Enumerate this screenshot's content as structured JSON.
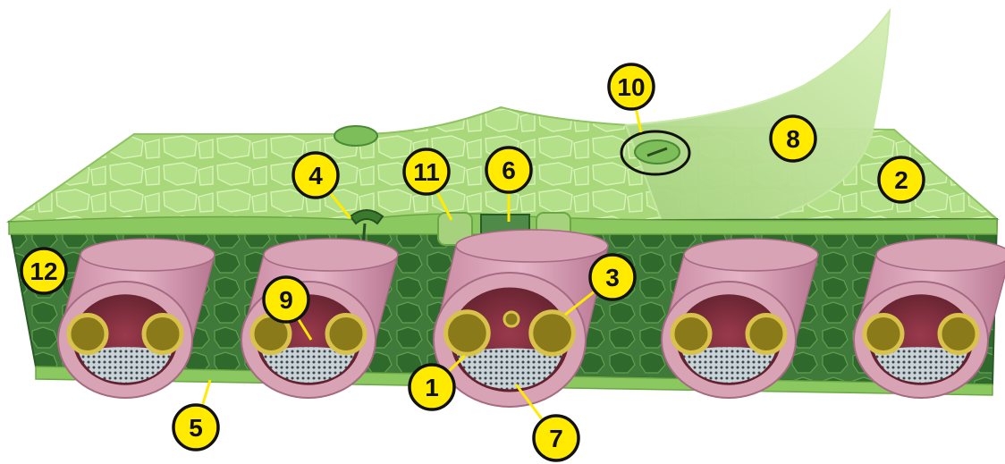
{
  "diagram": {
    "colors": {
      "epidermis_top": "#a8d87a",
      "epidermis_light": "#c7ea9c",
      "mesophyll": "#3f7a3a",
      "mesophyll_cell": "#2f5f2c",
      "bundle_sheath": "#d9a3b6",
      "bundle_inner": "#7a2a3a",
      "xylem_ring": "#d9c24a",
      "phloem": "#8c9aa0",
      "label_fill": "#ffea00",
      "label_stroke": "#111111"
    },
    "labels": [
      {
        "id": "label-1",
        "text": "1"
      },
      {
        "id": "label-2",
        "text": "2"
      },
      {
        "id": "label-3",
        "text": "3"
      },
      {
        "id": "label-4",
        "text": "4"
      },
      {
        "id": "label-5",
        "text": "5"
      },
      {
        "id": "label-6",
        "text": "6"
      },
      {
        "id": "label-7",
        "text": "7"
      },
      {
        "id": "label-8",
        "text": "8"
      },
      {
        "id": "label-9",
        "text": "9"
      },
      {
        "id": "label-10",
        "text": "10"
      },
      {
        "id": "label-11",
        "text": "11"
      },
      {
        "id": "label-12",
        "text": "12"
      }
    ]
  }
}
